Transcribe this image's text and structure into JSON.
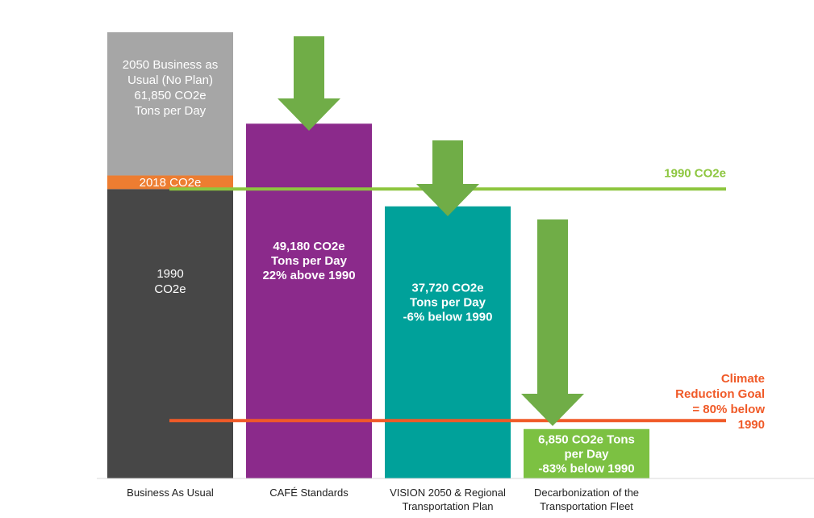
{
  "chart_data": {
    "type": "bar",
    "categories": [
      [
        "Business As Usual"
      ],
      [
        "CAFÉ Standards"
      ],
      [
        "VISION 2050 & Regional",
        "Transportation Plan"
      ],
      [
        "Decarbonization of the",
        "Transportation Fleet"
      ]
    ],
    "values": [
      61850,
      49180,
      37720,
      6850
    ],
    "ylim": [
      0,
      61850
    ],
    "bau_segments": [
      {
        "name": "1990 CO2e",
        "value": 40120,
        "color": "#474747",
        "lines": [
          "1990",
          "CO2e"
        ]
      },
      {
        "name": "2018 CO2e",
        "value": 42000,
        "color": "#ED7D31",
        "lines": [
          "2018 CO2e"
        ]
      },
      {
        "name": "2050 Business as Usual (No Plan)",
        "value": 61850,
        "color": "#A6A6A6",
        "lines": [
          "2050 Business as",
          "Usual (No Plan)",
          "61,850 CO2e",
          "Tons per Day"
        ]
      }
    ],
    "bars": [
      {
        "color": "#8B2A8B",
        "lines": [
          "49,180 CO2e",
          "Tons per Day",
          "22% above 1990"
        ]
      },
      {
        "color": "#00A19A",
        "lines": [
          "37,720 CO2e",
          "Tons per Day",
          "-6% below 1990"
        ]
      },
      {
        "color": "#7CC142",
        "lines": [
          "6,850 CO2e Tons",
          "per Day",
          "-83% below 1990"
        ]
      }
    ],
    "reference_lines": [
      {
        "name": "1990 CO2e",
        "value": 40120,
        "color": "#8DC63F",
        "lines": [
          "1990 CO2e"
        ]
      },
      {
        "name": "Climate Reduction Goal = 80% below 1990",
        "value": 8024,
        "color": "#F05A28",
        "lines": [
          "Climate",
          "Reduction Goal",
          "= 80% below",
          "1990"
        ]
      }
    ],
    "arrow_color": "#70AD47"
  }
}
